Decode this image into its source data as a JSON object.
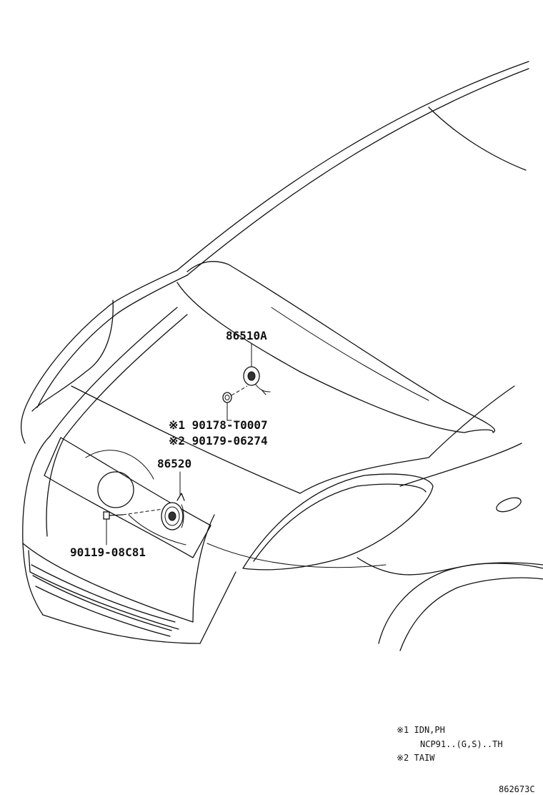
{
  "parts": {
    "horn_high": "86510A",
    "nut_1": "※1 90178-T0007",
    "nut_2": "※2 90179-06274",
    "horn_low": "86520",
    "bolt": "90119-08C81"
  },
  "notes": {
    "n1_line1": "※1 IDN,PH",
    "n1_line2": "NCP91..(G,S)..TH",
    "n2": "※2 TAIW"
  },
  "diagram_id": "862673C"
}
